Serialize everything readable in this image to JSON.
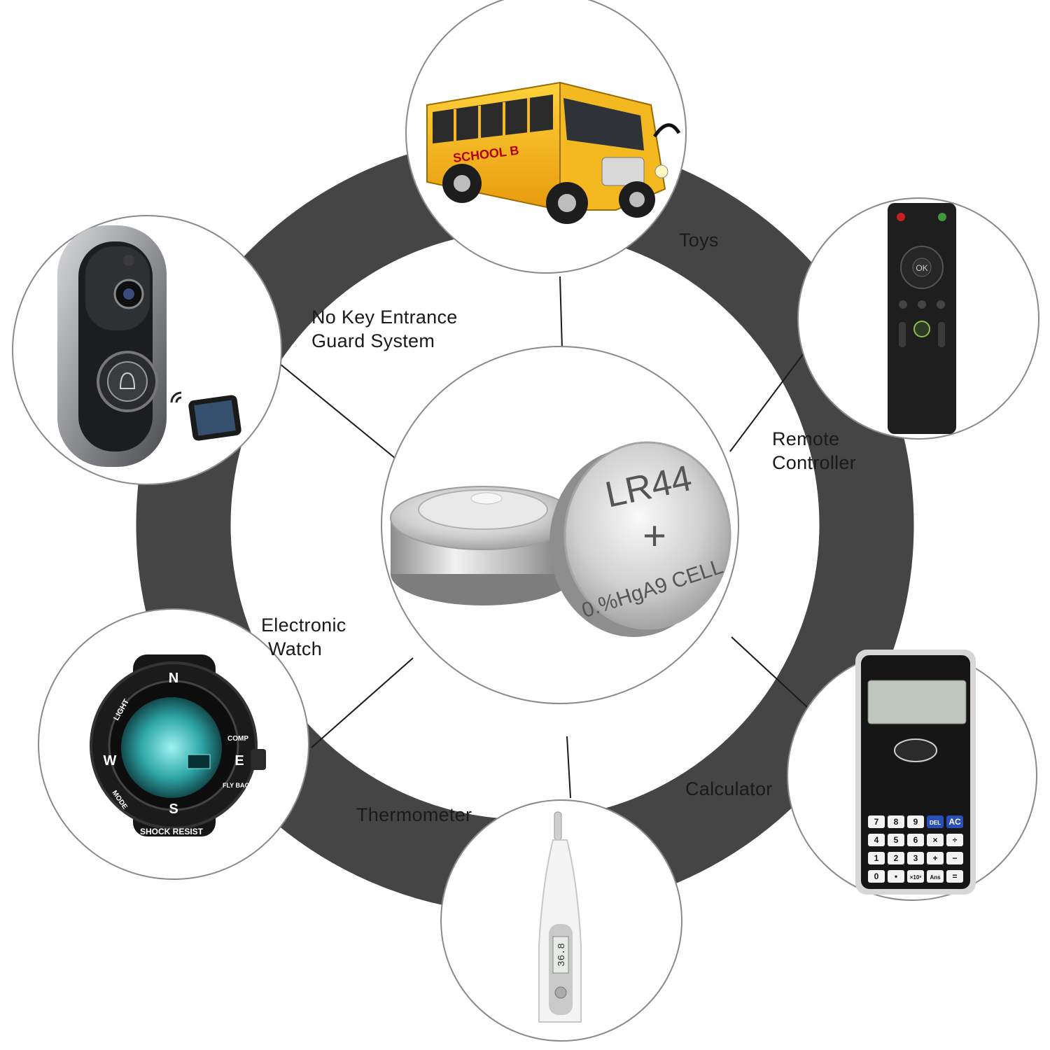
{
  "colors": {
    "ring": "#454545",
    "circle_stroke": "#8a8a8a",
    "connector": "#1a1a1a",
    "label": "#1a1a1a",
    "bus_yellow": "#f5b21a",
    "silver": "#c9c9c9"
  },
  "center": {
    "battery_print_main": "LR44",
    "battery_print_plus": "+",
    "battery_print_sub": "0.%HgA9 CELL"
  },
  "applications": {
    "toys": {
      "label": "Toys",
      "icon": "school-bus-icon"
    },
    "remote": {
      "line1": "Remote",
      "line2": "Controller",
      "icon": "remote-control-icon"
    },
    "doorbell": {
      "line1": "No Key Entrance",
      "line2": "Guard System",
      "icon": "video-doorbell-icon"
    },
    "watch": {
      "line1": "Electronic",
      "line2": "Watch",
      "icon": "wristwatch-icon"
    },
    "thermometer": {
      "label": "Thermometer",
      "icon": "thermometer-icon"
    },
    "calculator": {
      "label": "Calculator",
      "icon": "calculator-icon"
    }
  },
  "devices": {
    "bus_sign": "SCHOOL B",
    "remote_ok": "OK",
    "watch_brand": "SHOCK RESIST",
    "watch_light": "LIGHT",
    "watch_comp": "COMP",
    "watch_mode": "MODE",
    "watch_fly": "FLY BACK",
    "watch_n": "N",
    "watch_e": "E",
    "watch_s": "S",
    "watch_w": "W",
    "thermo_reading": "36.8",
    "calc_keys_row1": [
      "7",
      "8",
      "9",
      "DEL",
      "AC"
    ],
    "calc_keys_row2": [
      "4",
      "5",
      "6",
      "×",
      "÷"
    ],
    "calc_keys_row3": [
      "1",
      "2",
      "3",
      "+",
      "−"
    ],
    "calc_keys_row4": [
      "0",
      "•",
      "×10ˣ",
      "Ans",
      "="
    ]
  }
}
